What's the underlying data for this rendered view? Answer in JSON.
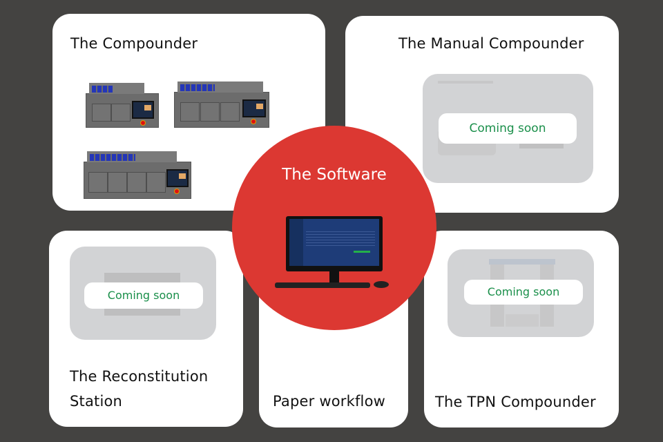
{
  "colors": {
    "background": "#444341",
    "card": "#ffffff",
    "accent_red": "#dc3832",
    "coming_soon_green": "#1a8f4a",
    "thumb_gray": "#d2d3d5"
  },
  "cards": {
    "compounder": {
      "title": "The Compounder",
      "image": "compounder-machines-image"
    },
    "manual_compounder": {
      "title": "The Manual Compounder",
      "badge": "Coming soon",
      "image": "manual-compounder-image"
    },
    "software": {
      "title": "The Software",
      "image": "desktop-computer-image"
    },
    "reconstitution": {
      "title_line1": "The Reconstitution",
      "title_line2": "Station",
      "badge": "Coming soon",
      "image": "reconstitution-station-image"
    },
    "paper_workflow": {
      "title": "Paper workflow"
    },
    "tpn_compounder": {
      "title": "The TPN Compounder",
      "badge": "Coming soon",
      "image": "tpn-compounder-image"
    }
  }
}
